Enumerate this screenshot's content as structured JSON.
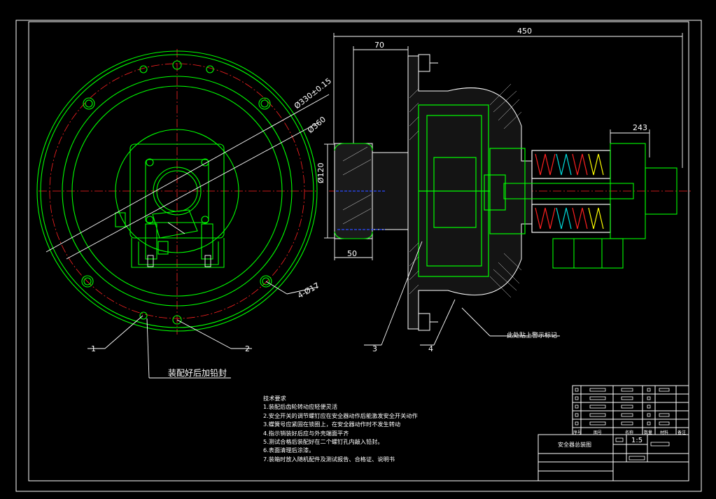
{
  "drawing": {
    "background": "#000000",
    "colors": {
      "frame": "#ffffff",
      "outline": "#00ff00",
      "center": "#ff2222",
      "hatch": "#ffffff",
      "spring_red": "#ff2020",
      "spring_cyan": "#00dddd",
      "spring_yellow": "#ffff00",
      "blue": "#2a4bff"
    }
  },
  "dimensions": {
    "overall": "450",
    "d70": "70",
    "d50": "50",
    "d243": "243",
    "dia120": "Ø120",
    "dia330": "Ø330±0.15",
    "dia360": "Ø360",
    "holes": "4-Ø17"
  },
  "callouts": [
    "1",
    "2",
    "3",
    "4"
  ],
  "notes": {
    "seal": "装配好后加铅封",
    "warning": "此处贴上警示标记"
  },
  "tech_requirements": {
    "title": "技术要求",
    "items": [
      "1.装配后齿轮转动应轻便灵活",
      "2.安全开关的调节螺钉应在安全器动作后能激发安全开关动作",
      "3.蝶簧号应紧固在锁圈上，在安全器动作时不发生转动",
      "4.指示销装好后应与外壳端面平齐",
      "5.测试合格后装配好在二个螺钉孔内敲入铅封。",
      "6.表面清理后涂漆。",
      "7.装箱时放入随机配件及测试报告、合格证、说明书"
    ]
  },
  "title_block": {
    "drawing_name": "安全器总装图",
    "scale_value": "1:5",
    "header_labels": [
      "序号",
      "图号",
      "名称",
      "数量",
      "材料",
      "备注"
    ]
  }
}
